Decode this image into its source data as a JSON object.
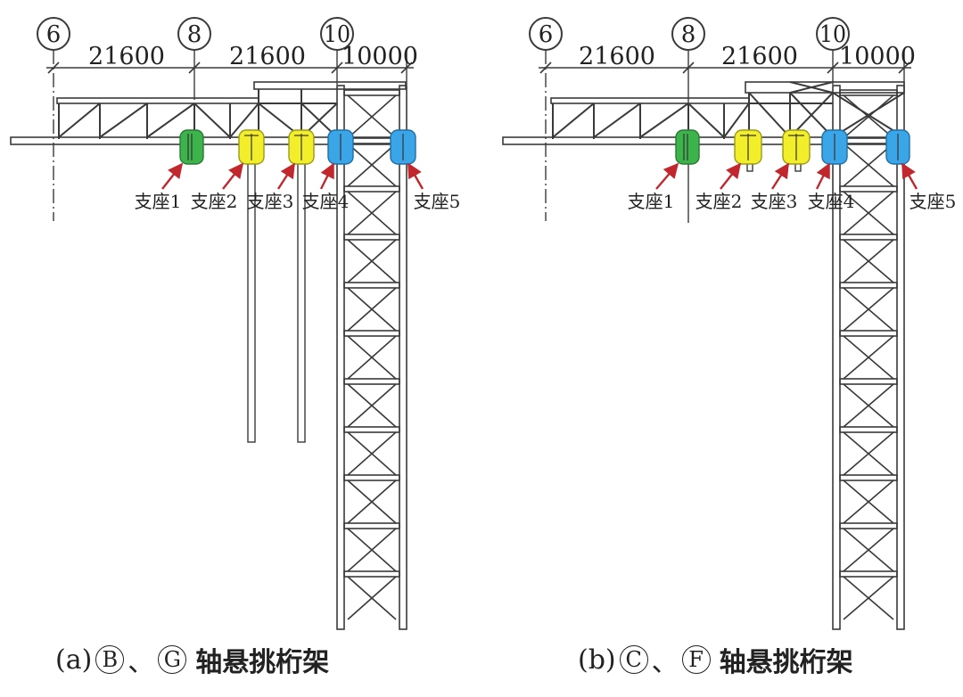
{
  "panels": [
    {
      "id": "a",
      "axes": [
        "6",
        "8",
        "10"
      ],
      "dims": [
        "21600",
        "21600",
        "10000"
      ],
      "supports": [
        {
          "label": "支座1",
          "color": "#3cb44b"
        },
        {
          "label": "支座2",
          "color": "#f2ef2a"
        },
        {
          "label": "支座3",
          "color": "#f2ef2a"
        },
        {
          "label": "支座4",
          "color": "#3aa6e8"
        },
        {
          "label": "支座5",
          "color": "#3aa6e8"
        }
      ],
      "caption": {
        "prefix": "(a)",
        "axis1": "B",
        "sep": "、",
        "axis2": "G",
        "title": "轴悬挑桁架"
      }
    },
    {
      "id": "b",
      "axes": [
        "6",
        "8",
        "10"
      ],
      "dims": [
        "21600",
        "21600",
        "10000"
      ],
      "supports": [
        {
          "label": "支座1",
          "color": "#3cb44b"
        },
        {
          "label": "支座2",
          "color": "#f2ef2a"
        },
        {
          "label": "支座3",
          "color": "#f2ef2a"
        },
        {
          "label": "支座4",
          "color": "#3aa6e8"
        },
        {
          "label": "支座5",
          "color": "#3aa6e8"
        }
      ],
      "caption": {
        "prefix": "(b)",
        "axis1": "C",
        "sep": "、",
        "axis2": "F",
        "title": "轴悬挑桁架"
      }
    }
  ],
  "colors": {
    "line": "#3a3a3a",
    "arrow": "#c0282d"
  }
}
